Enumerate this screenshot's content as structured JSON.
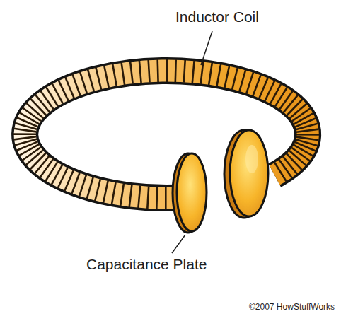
{
  "diagram": {
    "labels": [
      "Inductor Coil",
      "Capacitance Plate",
      "©2007 HowStuffWorks"
    ]
  }
}
